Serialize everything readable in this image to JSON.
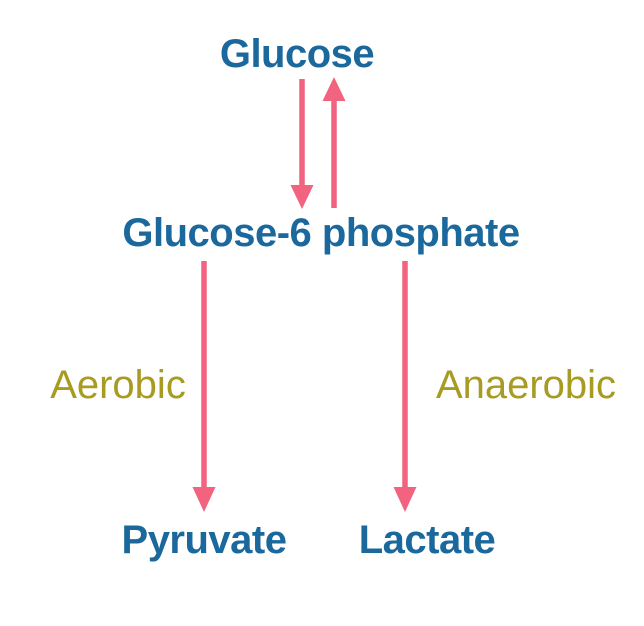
{
  "diagram": {
    "nodes": {
      "glucose": "Glucose",
      "g6p": "Glucose-6 phosphate",
      "pyruvate": "Pyruvate",
      "lactate": "Lactate"
    },
    "edge_labels": {
      "aerobic": "Aerobic",
      "anaerobic": "Anaerobic"
    },
    "edges": [
      {
        "from": "Glucose",
        "to": "Glucose-6 phosphate",
        "label": ""
      },
      {
        "from": "Glucose-6 phosphate",
        "to": "Glucose",
        "label": ""
      },
      {
        "from": "Glucose-6 phosphate",
        "to": "Pyruvate",
        "label": "Aerobic"
      },
      {
        "from": "Glucose-6 phosphate",
        "to": "Lactate",
        "label": "Anaerobic"
      }
    ],
    "colors": {
      "node_text": "#1a689c",
      "edge_label_text": "#a89b21",
      "arrow": "#f1637f",
      "background": "#ffffff"
    }
  }
}
